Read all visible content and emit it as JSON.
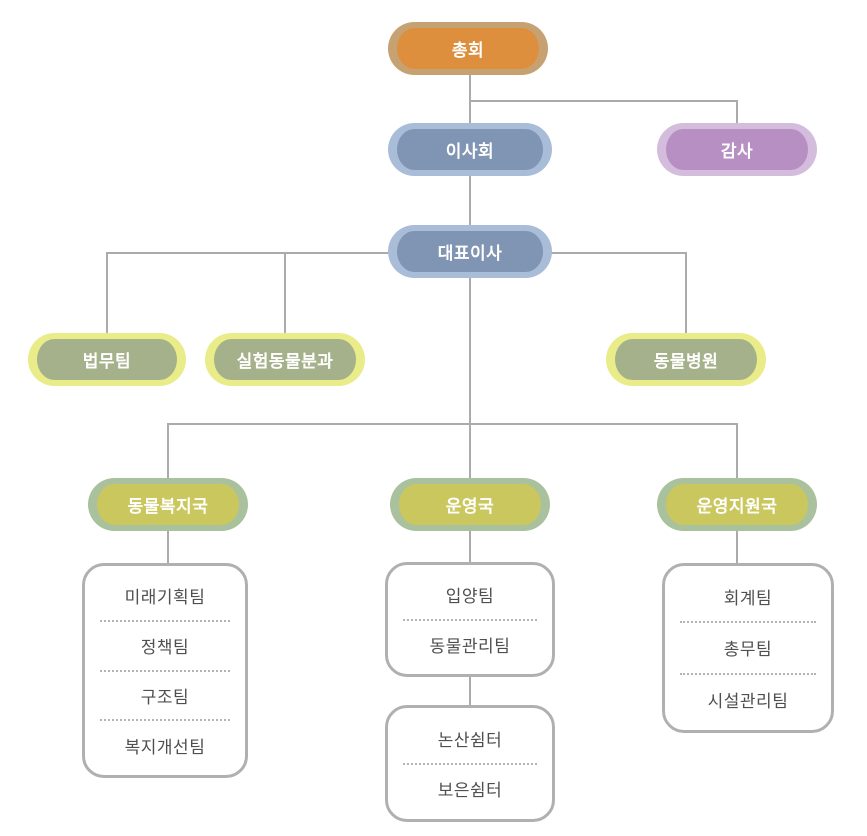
{
  "nodes": {
    "general_assembly": {
      "label": "총회"
    },
    "board": {
      "label": "이사회"
    },
    "auditor": {
      "label": "감사"
    },
    "ceo": {
      "label": "대표이사"
    },
    "legal_team": {
      "label": "법무팀"
    },
    "lab_animal_division": {
      "label": "실험동물분과"
    },
    "animal_hospital": {
      "label": "동물병원"
    },
    "animal_welfare_bureau": {
      "label": "동물복지국"
    },
    "operations_bureau": {
      "label": "운영국"
    },
    "operations_support_bureau": {
      "label": "운영지원국"
    }
  },
  "team_boxes": {
    "welfare": {
      "teams": [
        "미래기획팀",
        "정책팀",
        "구조팀",
        "복지개선팀"
      ]
    },
    "operations": {
      "teams": [
        "입양팀",
        "동물관리팀"
      ]
    },
    "shelters": {
      "teams": [
        "논산쉼터",
        "보은쉼터"
      ]
    },
    "support": {
      "teams": [
        "회계팀",
        "총무팀",
        "시설관리팀"
      ]
    }
  },
  "colors": {
    "assembly_fill": "#dd8f3e",
    "assembly_border": "#c6a273",
    "board_fill": "#8094b3",
    "board_border": "#a9bcd8",
    "auditor_fill": "#b78fc3",
    "auditor_border": "#d3bcdc",
    "division_fill": "#a4b18a",
    "division_border": "#e9ec88",
    "bureau_fill": "#c9c75e",
    "bureau_border": "#a9c19d",
    "box_border": "#b0b0b0",
    "connector_line": "#ababab",
    "pill_text": "#ffffff",
    "team_text": "#4f4f4f"
  }
}
